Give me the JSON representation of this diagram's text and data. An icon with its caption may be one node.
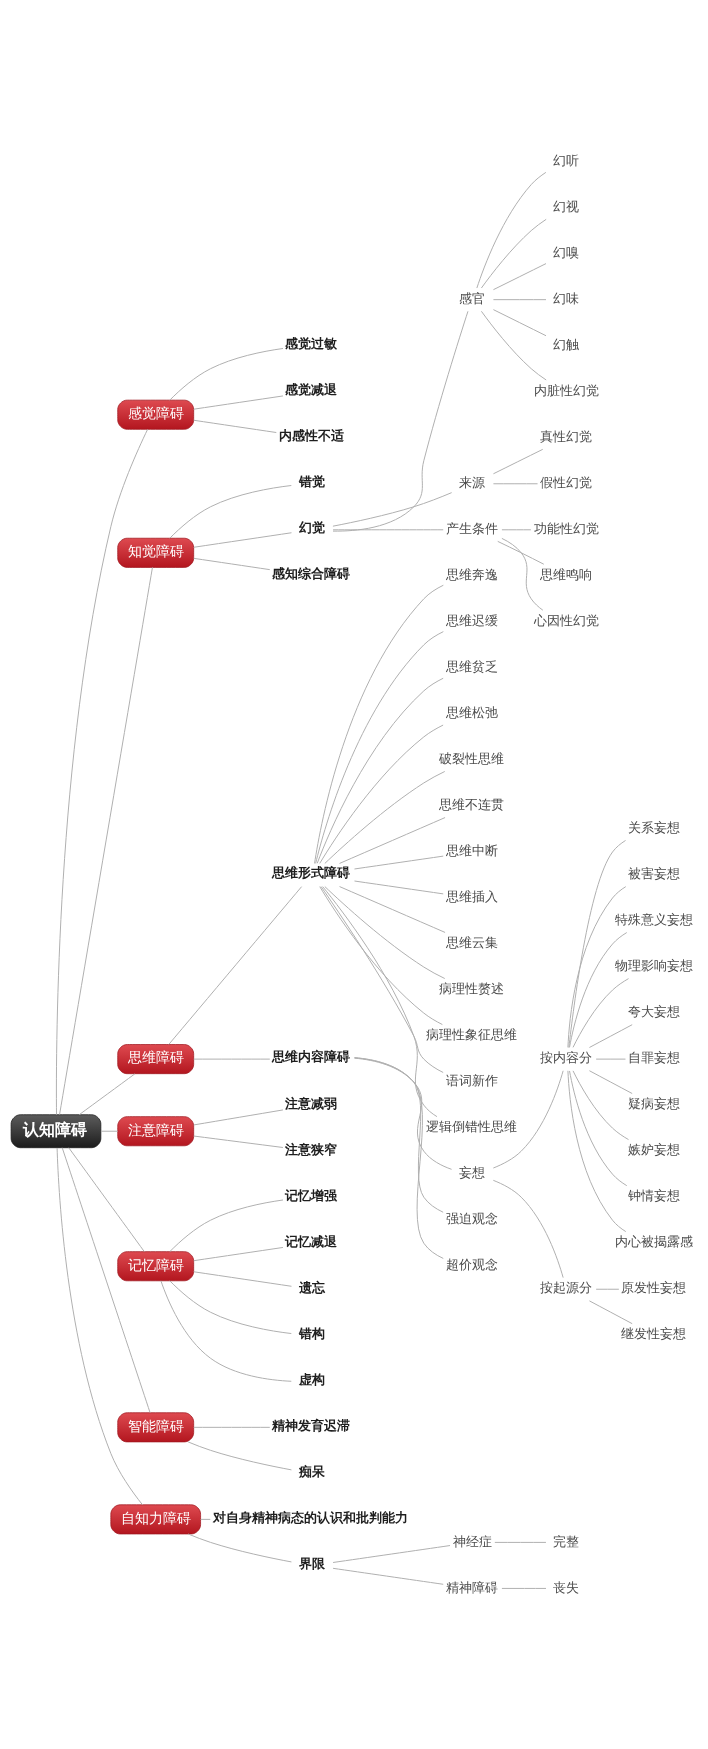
{
  "diagram": {
    "nodes": [
      {
        "text": [
          "认知障碍"
        ]
      },
      {
        "text": [
          "感觉障碍"
        ]
      },
      {
        "text": [
          "感觉过敏"
        ]
      },
      {
        "text": [
          "感觉减退"
        ]
      },
      {
        "text": [
          "内感性不适"
        ]
      },
      {
        "text": [
          "知觉障碍"
        ]
      },
      {
        "text": [
          "错觉"
        ]
      },
      {
        "text": [
          "幻觉"
        ]
      },
      {
        "text": [
          "感官"
        ]
      },
      {
        "text": [
          "幻听"
        ]
      },
      {
        "text": [
          "幻视"
        ]
      },
      {
        "text": [
          "幻嗅"
        ]
      },
      {
        "text": [
          "幻味"
        ]
      },
      {
        "text": [
          "幻触"
        ]
      },
      {
        "text": [
          "内脏性幻觉"
        ]
      },
      {
        "text": [
          "来源"
        ]
      },
      {
        "text": [
          "真性幻觉"
        ]
      },
      {
        "text": [
          "假性幻觉"
        ]
      },
      {
        "text": [
          "产生条件"
        ]
      },
      {
        "text": [
          "功能性幻觉"
        ]
      },
      {
        "text": [
          "思维鸣响"
        ]
      },
      {
        "text": [
          "心因性幻觉"
        ]
      },
      {
        "text": [
          "感知综合障碍"
        ]
      },
      {
        "text": [
          "思维障碍"
        ]
      },
      {
        "text": [
          "思维形式障碍"
        ]
      },
      {
        "text": [
          "思维奔逸"
        ]
      },
      {
        "text": [
          "思维迟缓"
        ]
      },
      {
        "text": [
          "思维贫乏"
        ]
      },
      {
        "text": [
          "思维松弛"
        ]
      },
      {
        "text": [
          "破裂性思维"
        ]
      },
      {
        "text": [
          "思维不连贯"
        ]
      },
      {
        "text": [
          "思维中断"
        ]
      },
      {
        "text": [
          "思维插入"
        ]
      },
      {
        "text": [
          "思维云集"
        ]
      },
      {
        "text": [
          "病理性赘述"
        ]
      },
      {
        "text": [
          "病理性象征思维"
        ]
      },
      {
        "text": [
          "语词新作"
        ]
      },
      {
        "text": [
          "逻辑倒错性思维"
        ]
      },
      {
        "text": [
          "思维内容障碍"
        ]
      },
      {
        "text": [
          "妄想"
        ]
      },
      {
        "text": [
          "按内容分"
        ]
      },
      {
        "text": [
          "关系妄想"
        ]
      },
      {
        "text": [
          "被害妄想"
        ]
      },
      {
        "text": [
          "特殊意义妄想"
        ]
      },
      {
        "text": [
          "物理影响妄想"
        ]
      },
      {
        "text": [
          "夸大妄想"
        ]
      },
      {
        "text": [
          "自罪妄想"
        ]
      },
      {
        "text": [
          "疑病妄想"
        ]
      },
      {
        "text": [
          "嫉妒妄想"
        ]
      },
      {
        "text": [
          "钟情妄想"
        ]
      },
      {
        "text": [
          "内心被揭露感"
        ]
      },
      {
        "text": [
          "按起源分"
        ]
      },
      {
        "text": [
          "原发性妄想"
        ]
      },
      {
        "text": [
          "继发性妄想"
        ]
      },
      {
        "text": [
          "强迫观念"
        ]
      },
      {
        "text": [
          "超价观念"
        ]
      },
      {
        "text": [
          "注意障碍"
        ]
      },
      {
        "text": [
          "注意减弱"
        ]
      },
      {
        "text": [
          "注意狭窄"
        ]
      },
      {
        "text": [
          "记忆障碍"
        ]
      },
      {
        "text": [
          "记忆增强"
        ]
      },
      {
        "text": [
          "记忆减退"
        ]
      },
      {
        "text": [
          "遗忘"
        ]
      },
      {
        "text": [
          "错构"
        ]
      },
      {
        "text": [
          "虚构"
        ]
      },
      {
        "text": [
          "智能障碍"
        ]
      },
      {
        "text": [
          "精神发育迟滞"
        ]
      },
      {
        "text": [
          "痴呆"
        ]
      },
      {
        "text": [
          "自知力障碍"
        ]
      },
      {
        "text": [
          "对自身精神病态的认识和批判能力"
        ]
      },
      {
        "text": [
          "界限"
        ]
      },
      {
        "text": [
          "神经症"
        ]
      },
      {
        "text": [
          "完整"
        ]
      },
      {
        "text": [
          "精神障碍"
        ]
      },
      {
        "text": [
          "丧失"
        ]
      }
    ],
    "edges": [
      {
        "from": 0,
        "to": 1,
        "arrow": "none"
      },
      {
        "from": 1,
        "to": 2,
        "arrow": "none"
      },
      {
        "from": 1,
        "to": 3,
        "arrow": "none"
      },
      {
        "from": 1,
        "to": 4,
        "arrow": "none"
      },
      {
        "from": 0,
        "to": 5,
        "arrow": "none"
      },
      {
        "from": 5,
        "to": 6,
        "arrow": "none"
      },
      {
        "from": 5,
        "to": 7,
        "arrow": "none"
      },
      {
        "from": 7,
        "to": 8,
        "arrow": "none"
      },
      {
        "from": 8,
        "to": 9,
        "arrow": "none"
      },
      {
        "from": 8,
        "to": 10,
        "arrow": "none"
      },
      {
        "from": 8,
        "to": 11,
        "arrow": "none"
      },
      {
        "from": 8,
        "to": 12,
        "arrow": "none"
      },
      {
        "from": 8,
        "to": 13,
        "arrow": "none"
      },
      {
        "from": 8,
        "to": 14,
        "arrow": "none"
      },
      {
        "from": 7,
        "to": 15,
        "arrow": "none"
      },
      {
        "from": 15,
        "to": 16,
        "arrow": "none"
      },
      {
        "from": 15,
        "to": 17,
        "arrow": "none"
      },
      {
        "from": 7,
        "to": 18,
        "arrow": "none"
      },
      {
        "from": 18,
        "to": 19,
        "arrow": "none"
      },
      {
        "from": 18,
        "to": 20,
        "arrow": "none"
      },
      {
        "from": 18,
        "to": 21,
        "arrow": "none"
      },
      {
        "from": 5,
        "to": 22,
        "arrow": "none"
      },
      {
        "from": 0,
        "to": 23,
        "arrow": "none"
      },
      {
        "from": 23,
        "to": 24,
        "arrow": "none"
      },
      {
        "from": 24,
        "to": 25,
        "arrow": "none"
      },
      {
        "from": 24,
        "to": 26,
        "arrow": "none"
      },
      {
        "from": 24,
        "to": 27,
        "arrow": "none"
      },
      {
        "from": 24,
        "to": 28,
        "arrow": "none"
      },
      {
        "from": 24,
        "to": 29,
        "arrow": "none"
      },
      {
        "from": 24,
        "to": 30,
        "arrow": "none"
      },
      {
        "from": 24,
        "to": 31,
        "arrow": "none"
      },
      {
        "from": 24,
        "to": 32,
        "arrow": "none"
      },
      {
        "from": 24,
        "to": 33,
        "arrow": "none"
      },
      {
        "from": 24,
        "to": 34,
        "arrow": "none"
      },
      {
        "from": 24,
        "to": 35,
        "arrow": "none"
      },
      {
        "from": 24,
        "to": 36,
        "arrow": "none"
      },
      {
        "from": 24,
        "to": 37,
        "arrow": "none"
      },
      {
        "from": 23,
        "to": 38,
        "arrow": "none"
      },
      {
        "from": 38,
        "to": 39,
        "arrow": "none"
      },
      {
        "from": 39,
        "to": 40,
        "arrow": "none"
      },
      {
        "from": 40,
        "to": 41,
        "arrow": "none"
      },
      {
        "from": 40,
        "to": 42,
        "arrow": "none"
      },
      {
        "from": 40,
        "to": 43,
        "arrow": "none"
      },
      {
        "from": 40,
        "to": 44,
        "arrow": "none"
      },
      {
        "from": 40,
        "to": 45,
        "arrow": "none"
      },
      {
        "from": 40,
        "to": 46,
        "arrow": "none"
      },
      {
        "from": 40,
        "to": 47,
        "arrow": "none"
      },
      {
        "from": 40,
        "to": 48,
        "arrow": "none"
      },
      {
        "from": 40,
        "to": 49,
        "arrow": "none"
      },
      {
        "from": 40,
        "to": 50,
        "arrow": "none"
      },
      {
        "from": 39,
        "to": 51,
        "arrow": "none"
      },
      {
        "from": 51,
        "to": 52,
        "arrow": "none"
      },
      {
        "from": 51,
        "to": 53,
        "arrow": "none"
      },
      {
        "from": 38,
        "to": 54,
        "arrow": "none"
      },
      {
        "from": 38,
        "to": 55,
        "arrow": "none"
      },
      {
        "from": 0,
        "to": 56,
        "arrow": "none"
      },
      {
        "from": 56,
        "to": 57,
        "arrow": "none"
      },
      {
        "from": 56,
        "to": 58,
        "arrow": "none"
      },
      {
        "from": 0,
        "to": 59,
        "arrow": "none"
      },
      {
        "from": 59,
        "to": 60,
        "arrow": "none"
      },
      {
        "from": 59,
        "to": 61,
        "arrow": "none"
      },
      {
        "from": 59,
        "to": 62,
        "arrow": "none"
      },
      {
        "from": 59,
        "to": 63,
        "arrow": "none"
      },
      {
        "from": 59,
        "to": 64,
        "arrow": "none"
      },
      {
        "from": 0,
        "to": 65,
        "arrow": "none"
      },
      {
        "from": 65,
        "to": 66,
        "arrow": "none"
      },
      {
        "from": 65,
        "to": 67,
        "arrow": "none"
      },
      {
        "from": 0,
        "to": 68,
        "arrow": "none"
      },
      {
        "from": 68,
        "to": 69,
        "arrow": "none"
      },
      {
        "from": 68,
        "to": 70,
        "arrow": "none"
      },
      {
        "from": 70,
        "to": 71,
        "arrow": "none"
      },
      {
        "from": 71,
        "to": 72,
        "arrow": "none"
      },
      {
        "from": 70,
        "to": 73,
        "arrow": "none"
      },
      {
        "from": 73,
        "to": 74,
        "arrow": "none"
      }
    ]
  }
}
